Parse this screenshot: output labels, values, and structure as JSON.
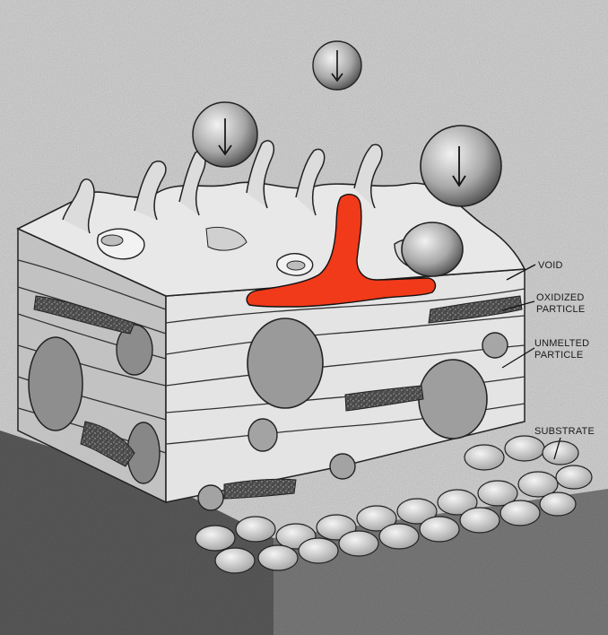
{
  "labels": {
    "void": "VOID",
    "oxidized": [
      "OXIDIZED",
      "PARTICLE"
    ],
    "unmelted": [
      "UNMELTED",
      "PARTICLE"
    ],
    "substrate": "SUBSTRATE"
  },
  "colors": {
    "splat_highlight": "#f03a1a",
    "background_grain": "#c9c9c9",
    "substrate_dark": "#5a5a5a",
    "particle_grey": "#9a9a9a",
    "lamella_light": "#e6e6e6"
  },
  "icons": {
    "falling_droplet": "sphere-with-down-arrow",
    "impact_splat": "red-t-shaped-splat"
  }
}
